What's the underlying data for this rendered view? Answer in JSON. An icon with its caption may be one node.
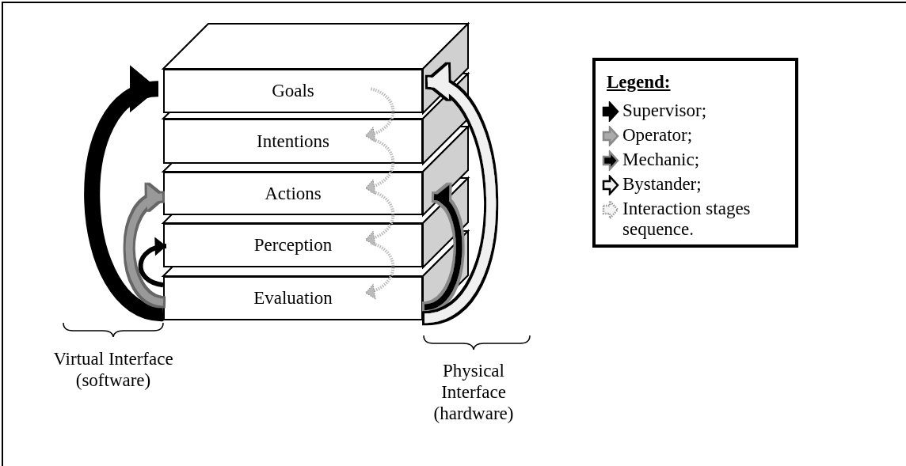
{
  "diagram": {
    "nodes": [
      {
        "text": [
          "Goals"
        ]
      },
      {
        "text": [
          "Intentions"
        ]
      },
      {
        "text": [
          "Actions"
        ]
      },
      {
        "text": [
          "Perception"
        ]
      },
      {
        "text": [
          "Evaluation"
        ]
      }
    ],
    "edges": [
      {
        "from": 4,
        "to": 0,
        "arrow": "to",
        "style": "thick",
        "color": "#000000"
      },
      {
        "from": 4,
        "to": 2,
        "arrow": "to",
        "color": "#999999"
      },
      {
        "from": 4,
        "to": 3,
        "arrow": "to",
        "color": "#000000"
      },
      {
        "from": 4,
        "to": 2,
        "arrow": "to",
        "color": "#000000"
      },
      {
        "from": 4,
        "to": 0,
        "arrow": "to",
        "style": "thick",
        "color": "#f0f0f0"
      },
      {
        "from": 0,
        "to": 1,
        "arrow": "to",
        "style": "dashed",
        "color": "#bbbbbb"
      },
      {
        "from": 1,
        "to": 2,
        "arrow": "to",
        "style": "dashed",
        "color": "#bbbbbb"
      },
      {
        "from": 2,
        "to": 3,
        "arrow": "to",
        "style": "dashed",
        "color": "#bbbbbb"
      },
      {
        "from": 3,
        "to": 4,
        "arrow": "to",
        "style": "dashed",
        "color": "#bbbbbb"
      }
    ],
    "labels": [
      "Legend:",
      "Virtual Interface (software)",
      "Physical Interface (hardware)"
    ],
    "legend": [
      {
        "text": "Supervisor;"
      },
      {
        "text": "Operator;"
      },
      {
        "text": "Mechanic;"
      },
      {
        "text": "Bystander;"
      },
      {
        "text": "Interaction stages sequence."
      }
    ]
  }
}
